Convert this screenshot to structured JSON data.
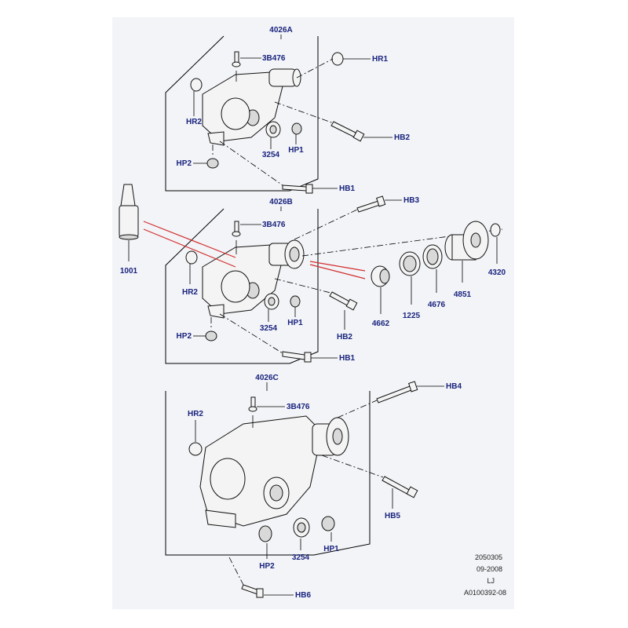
{
  "colors": {
    "label": "#1a237e",
    "highlight": "#d32f2f",
    "background": "#ffffff",
    "panel": "#f2f4f7"
  },
  "groups": {
    "a": {
      "title": "4026A",
      "hr2": "HR2",
      "hp2": "HP2",
      "b3476": "3B476",
      "p3254": "3254",
      "hp1": "HP1",
      "hr1": "HR1",
      "hb2": "HB2",
      "hb1": "HB1"
    },
    "b": {
      "title": "4026B",
      "hr2": "HR2",
      "hp2": "HP2",
      "b3476": "3B476",
      "p3254": "3254",
      "hp1": "HP1",
      "hb2": "HB2",
      "hb1": "HB1",
      "hb3": "HB3"
    },
    "c": {
      "title": "4026C",
      "hr2": "HR2",
      "hp2": "HP2",
      "b3476": "3B476",
      "p3254": "3254",
      "hp1": "HP1",
      "hb4": "HB4",
      "hb5": "HB5",
      "hb6": "HB6"
    }
  },
  "loose_parts": {
    "p1001": "1001",
    "p4662": "4662",
    "p1225": "1225",
    "p4676": "4676",
    "p4851": "4851",
    "p4320": "4320"
  },
  "meta": {
    "code": "2050305",
    "date": "09-2008",
    "initials": "LJ",
    "ref": "A0100392-08"
  }
}
